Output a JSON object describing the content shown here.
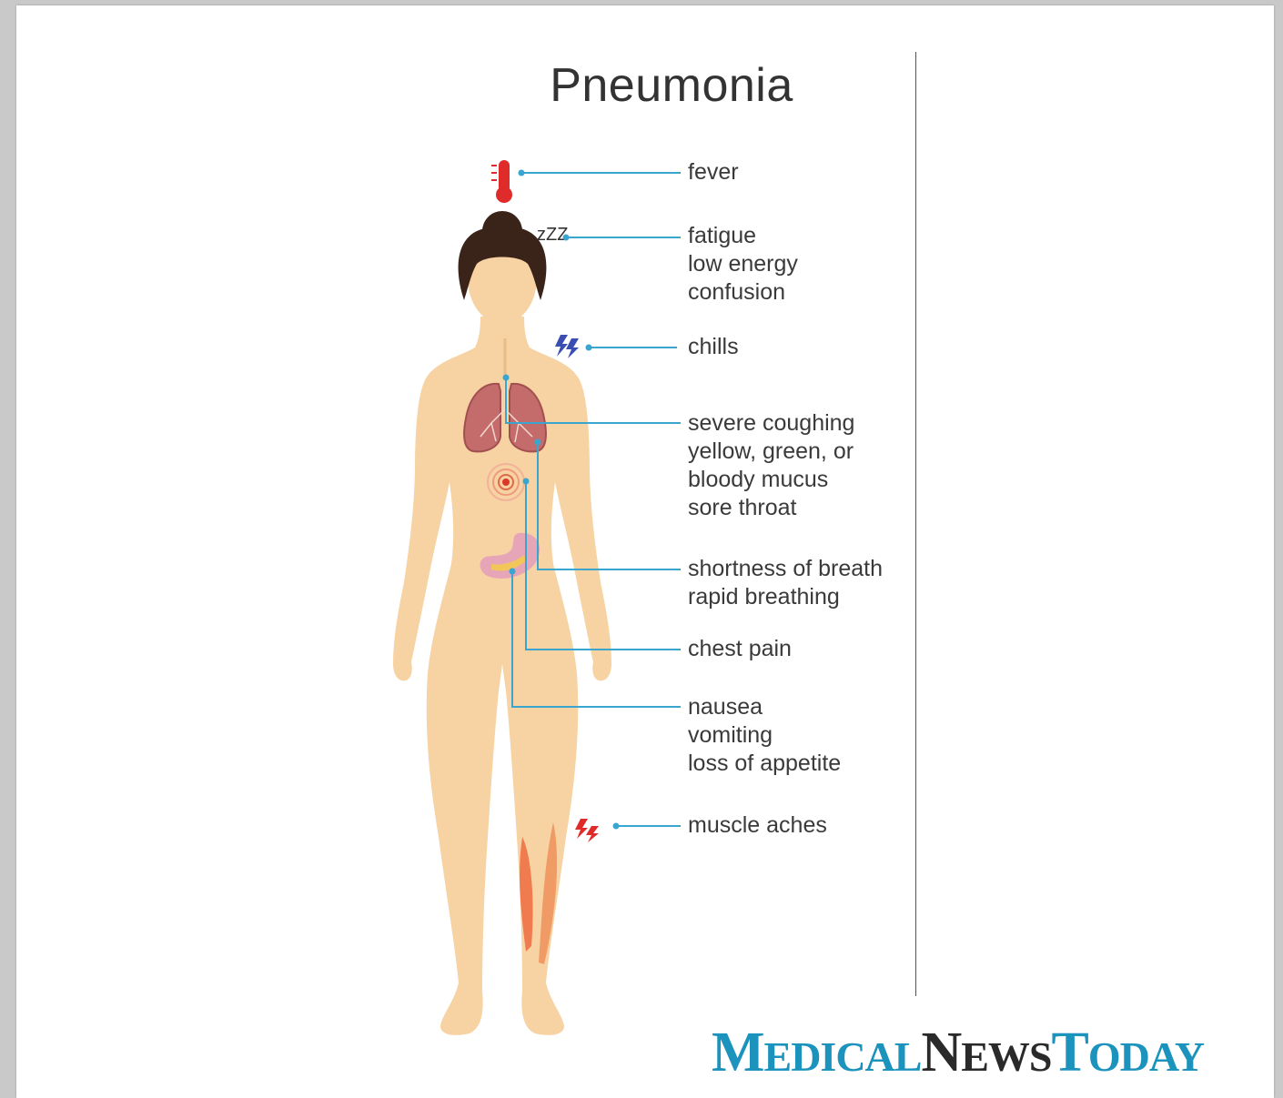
{
  "title": "Pneumonia",
  "symptoms": {
    "fever": [
      "fever"
    ],
    "fatigue": [
      "fatigue",
      "low energy",
      "confusion"
    ],
    "chills": [
      "chills"
    ],
    "cough": [
      "severe coughing",
      "yellow, green, or",
      "bloody mucus",
      "sore throat"
    ],
    "breath": [
      "shortness of breath",
      "rapid breathing"
    ],
    "chest": [
      "chest pain"
    ],
    "nausea": [
      "nausea",
      "vomiting",
      "loss of appetite"
    ],
    "muscle": [
      "muscle aches"
    ]
  },
  "icons": {
    "sleep_text": "zZZ"
  },
  "brand": {
    "medical_cap": "M",
    "medical_rest": "EDICAL",
    "news_cap": "N",
    "news_rest": "EWS",
    "today_cap": "T",
    "today_rest": "ODAY"
  },
  "colors": {
    "leader_line": "#3aa6cf",
    "skin": "#f7d2a2",
    "hair": "#3a2419",
    "lungs": "#c46b6b",
    "fever_red": "#e02b2b",
    "chill_blue": "#3a4db0",
    "brand_blue": "#1b93bd"
  }
}
